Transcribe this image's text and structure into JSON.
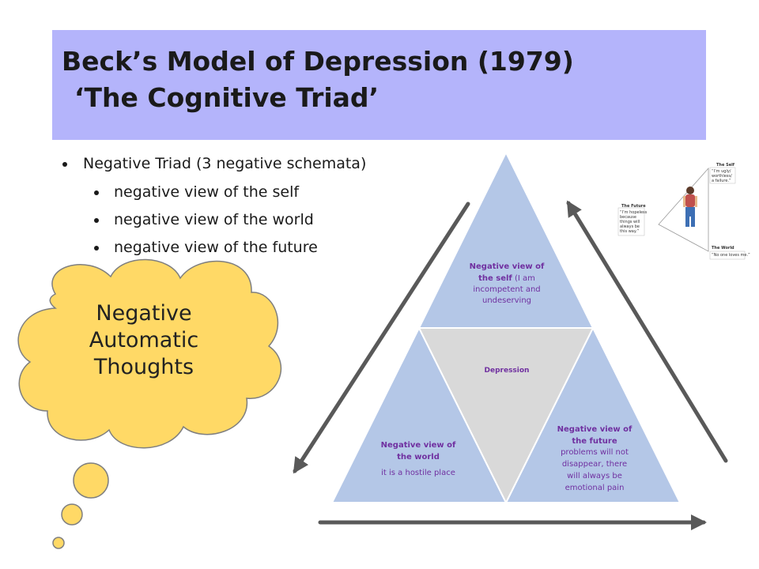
{
  "title": {
    "line1": "Beck’s Model of Depression (1979)",
    "line2": "‘The Cognitive Triad’"
  },
  "bullets": {
    "main": "Negative Triad (3 negative schemata)",
    "sub": [
      "negative view of the self",
      "negative view of the world",
      "negative view of the future"
    ]
  },
  "cloud": {
    "line1": "Negative",
    "line2": "Automatic",
    "line3": "Thoughts"
  },
  "triad": {
    "top": {
      "heading1": "Negative view of",
      "heading2": "the self",
      "detail1": "(I am",
      "detail2": "incompetent and",
      "detail3": "undeserving"
    },
    "center": "Depression",
    "left": {
      "heading1": "Negative view of",
      "heading2": "the world",
      "detail": "it is a hostile place"
    },
    "right": {
      "heading1": "Negative view of",
      "heading2": "the future",
      "detail1": "problems will not",
      "detail2": "disappear, there",
      "detail3": "will always be",
      "detail4": "emotional pain"
    }
  },
  "inset": {
    "self_title": "The Self",
    "self_quote1": "“I’m ugly/",
    "self_quote2": "worthless/",
    "self_quote3": "a failure.”",
    "future_title": "The Future",
    "future_quote1": "“I’m hopeless",
    "future_quote2": "because",
    "future_quote3": "things will",
    "future_quote4": "always be",
    "future_quote5": "this way.”",
    "world_title": "The World",
    "world_quote": "“No one loves me.”"
  },
  "colors": {
    "title_band": "#b4b4fb",
    "triangle_blue": "#b4c7e7",
    "triangle_grey": "#d9d9d9",
    "triad_text": "#7030a0",
    "cloud_fill": "#ffd966",
    "cloud_stroke": "#7f7f7f",
    "arrow": "#595959"
  }
}
